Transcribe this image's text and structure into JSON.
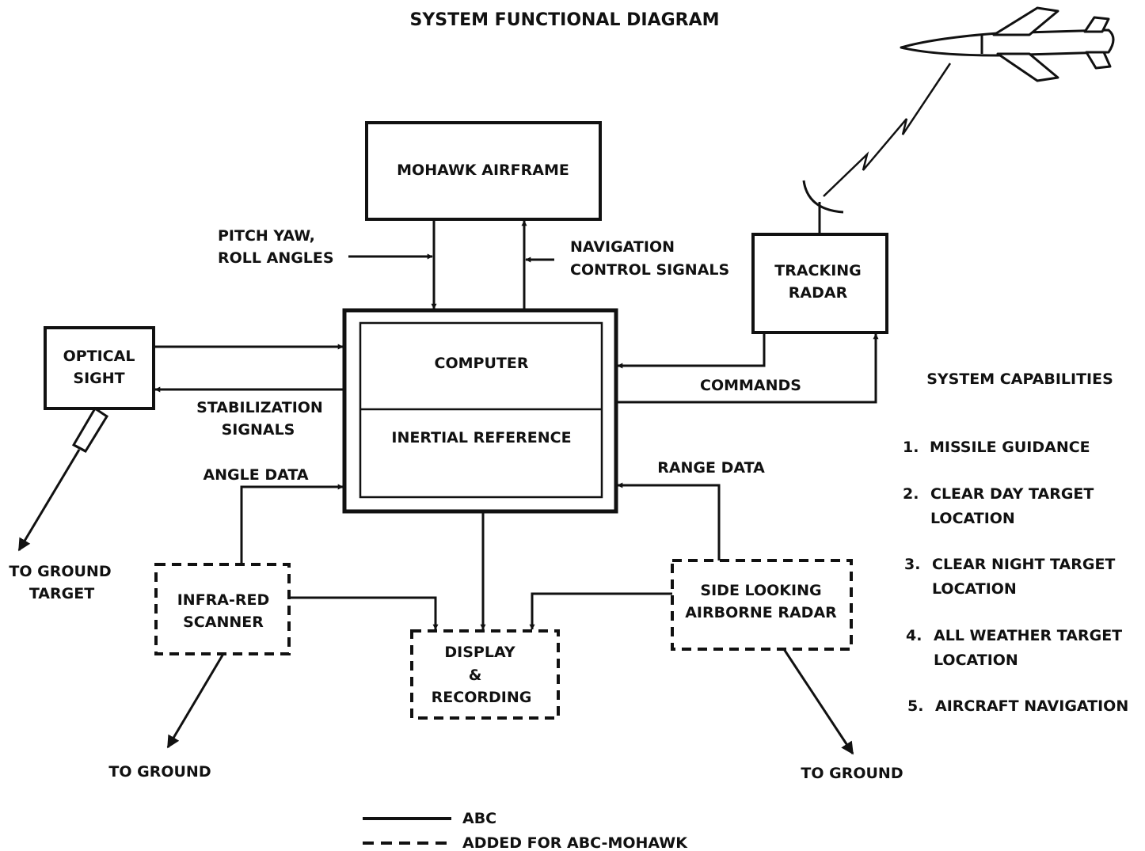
{
  "title": "SYSTEM FUNCTIONAL DIAGRAM",
  "blocks": {
    "airframe": "MOHAWK AIRFRAME",
    "computer": "COMPUTER",
    "inertial": "INERTIAL REFERENCE",
    "optical": [
      "OPTICAL",
      "SIGHT"
    ],
    "tracking": [
      "TRACKING",
      "RADAR"
    ],
    "infrared": [
      "INFRA-RED",
      "SCANNER"
    ],
    "display": [
      "DISPLAY",
      "&",
      "RECORDING"
    ],
    "slar": [
      "SIDE LOOKING",
      "AIRBORNE RADAR"
    ]
  },
  "signals": {
    "pitch": [
      "PITCH YAW,",
      "ROLL ANGLES"
    ],
    "navigation": [
      "NAVIGATION",
      "CONTROL SIGNALS"
    ],
    "stabilization": [
      "STABILIZATION",
      "SIGNALS"
    ],
    "commands": "COMMANDS",
    "angle_data": "ANGLE DATA",
    "range_data": "RANGE DATA",
    "to_ground_target": [
      "TO GROUND",
      "TARGET"
    ],
    "to_ground_left": "TO GROUND",
    "to_ground_right": "TO GROUND"
  },
  "capabilities": {
    "heading": "SYSTEM CAPABILITIES",
    "items": [
      {
        "num": "1.",
        "lines": [
          "MISSILE GUIDANCE"
        ]
      },
      {
        "num": "2.",
        "lines": [
          "CLEAR DAY TARGET",
          "LOCATION"
        ]
      },
      {
        "num": "3.",
        "lines": [
          "CLEAR NIGHT TARGET",
          "LOCATION"
        ]
      },
      {
        "num": "4.",
        "lines": [
          "ALL WEATHER TARGET",
          "LOCATION"
        ]
      },
      {
        "num": "5.",
        "lines": [
          "AIRCRAFT NAVIGATION"
        ]
      }
    ]
  },
  "legend": {
    "solid": "ABC",
    "dashed": "ADDED FOR ABC-MOHAWK"
  }
}
